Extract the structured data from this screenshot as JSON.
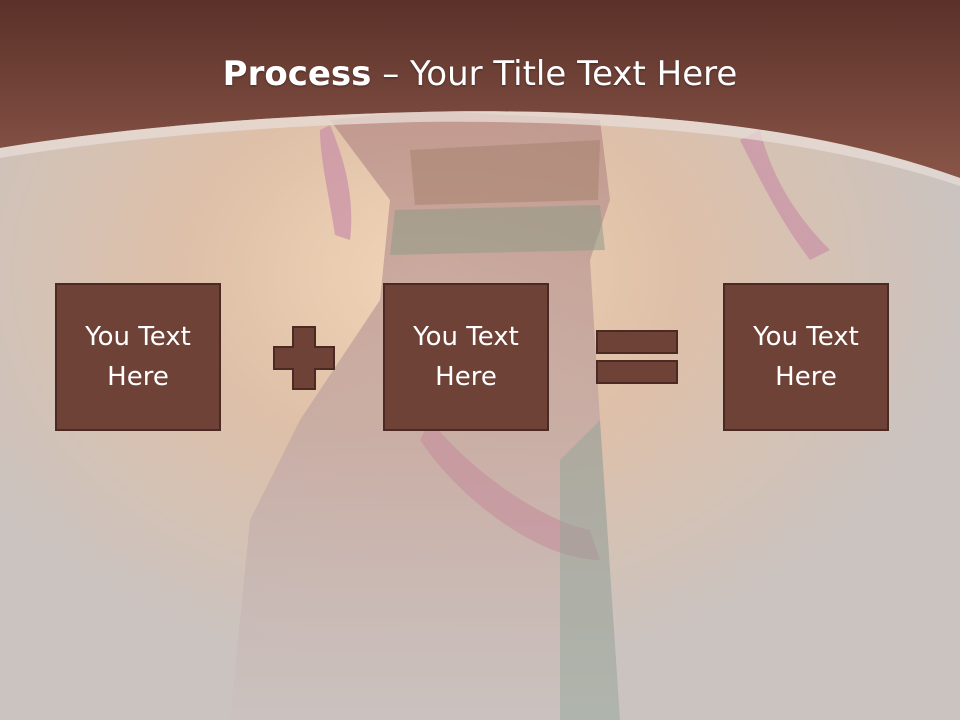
{
  "title": {
    "bold": "Process",
    "dash": " – ",
    "rest": "Your Title Text Here"
  },
  "boxes": [
    {
      "text": "You Text\nHere"
    },
    {
      "text": "You Text\nHere"
    },
    {
      "text": "You Text\nHere"
    }
  ],
  "operators": [
    "plus-icon",
    "equals-icon"
  ],
  "colors": {
    "header": "#6b3e34",
    "box_fill": "#6f4238",
    "box_border": "#4b2a24",
    "operator": "#6f4238",
    "background": "#cfc8c4"
  }
}
